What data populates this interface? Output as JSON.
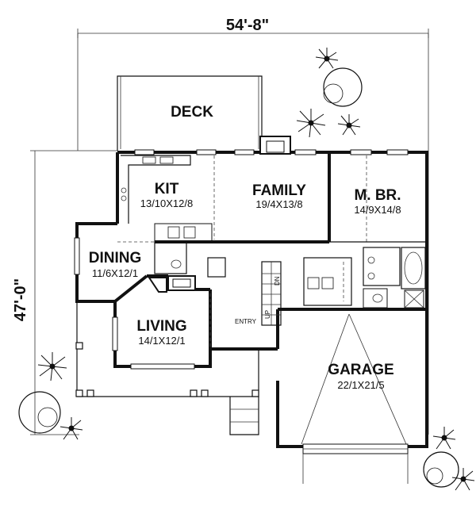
{
  "dimensions": {
    "width": "54'-8\"",
    "depth": "47'-0\""
  },
  "rooms": {
    "deck": {
      "name": "DECK"
    },
    "kitchen": {
      "name": "KIT",
      "size": "13/10X12/8"
    },
    "family": {
      "name": "FAMILY",
      "size": "19/4X13/8"
    },
    "master_bedroom": {
      "name": "M. BR.",
      "size": "14/9X14/8"
    },
    "dining": {
      "name": "DINING",
      "size": "11/6X12/1"
    },
    "living": {
      "name": "LIVING",
      "size": "14/1X12/1"
    },
    "garage": {
      "name": "GARAGE",
      "size": "22/1X21/5"
    }
  },
  "labels": {
    "entry": "ENTRY",
    "stair_up": "UP",
    "stair_down": "DN"
  }
}
